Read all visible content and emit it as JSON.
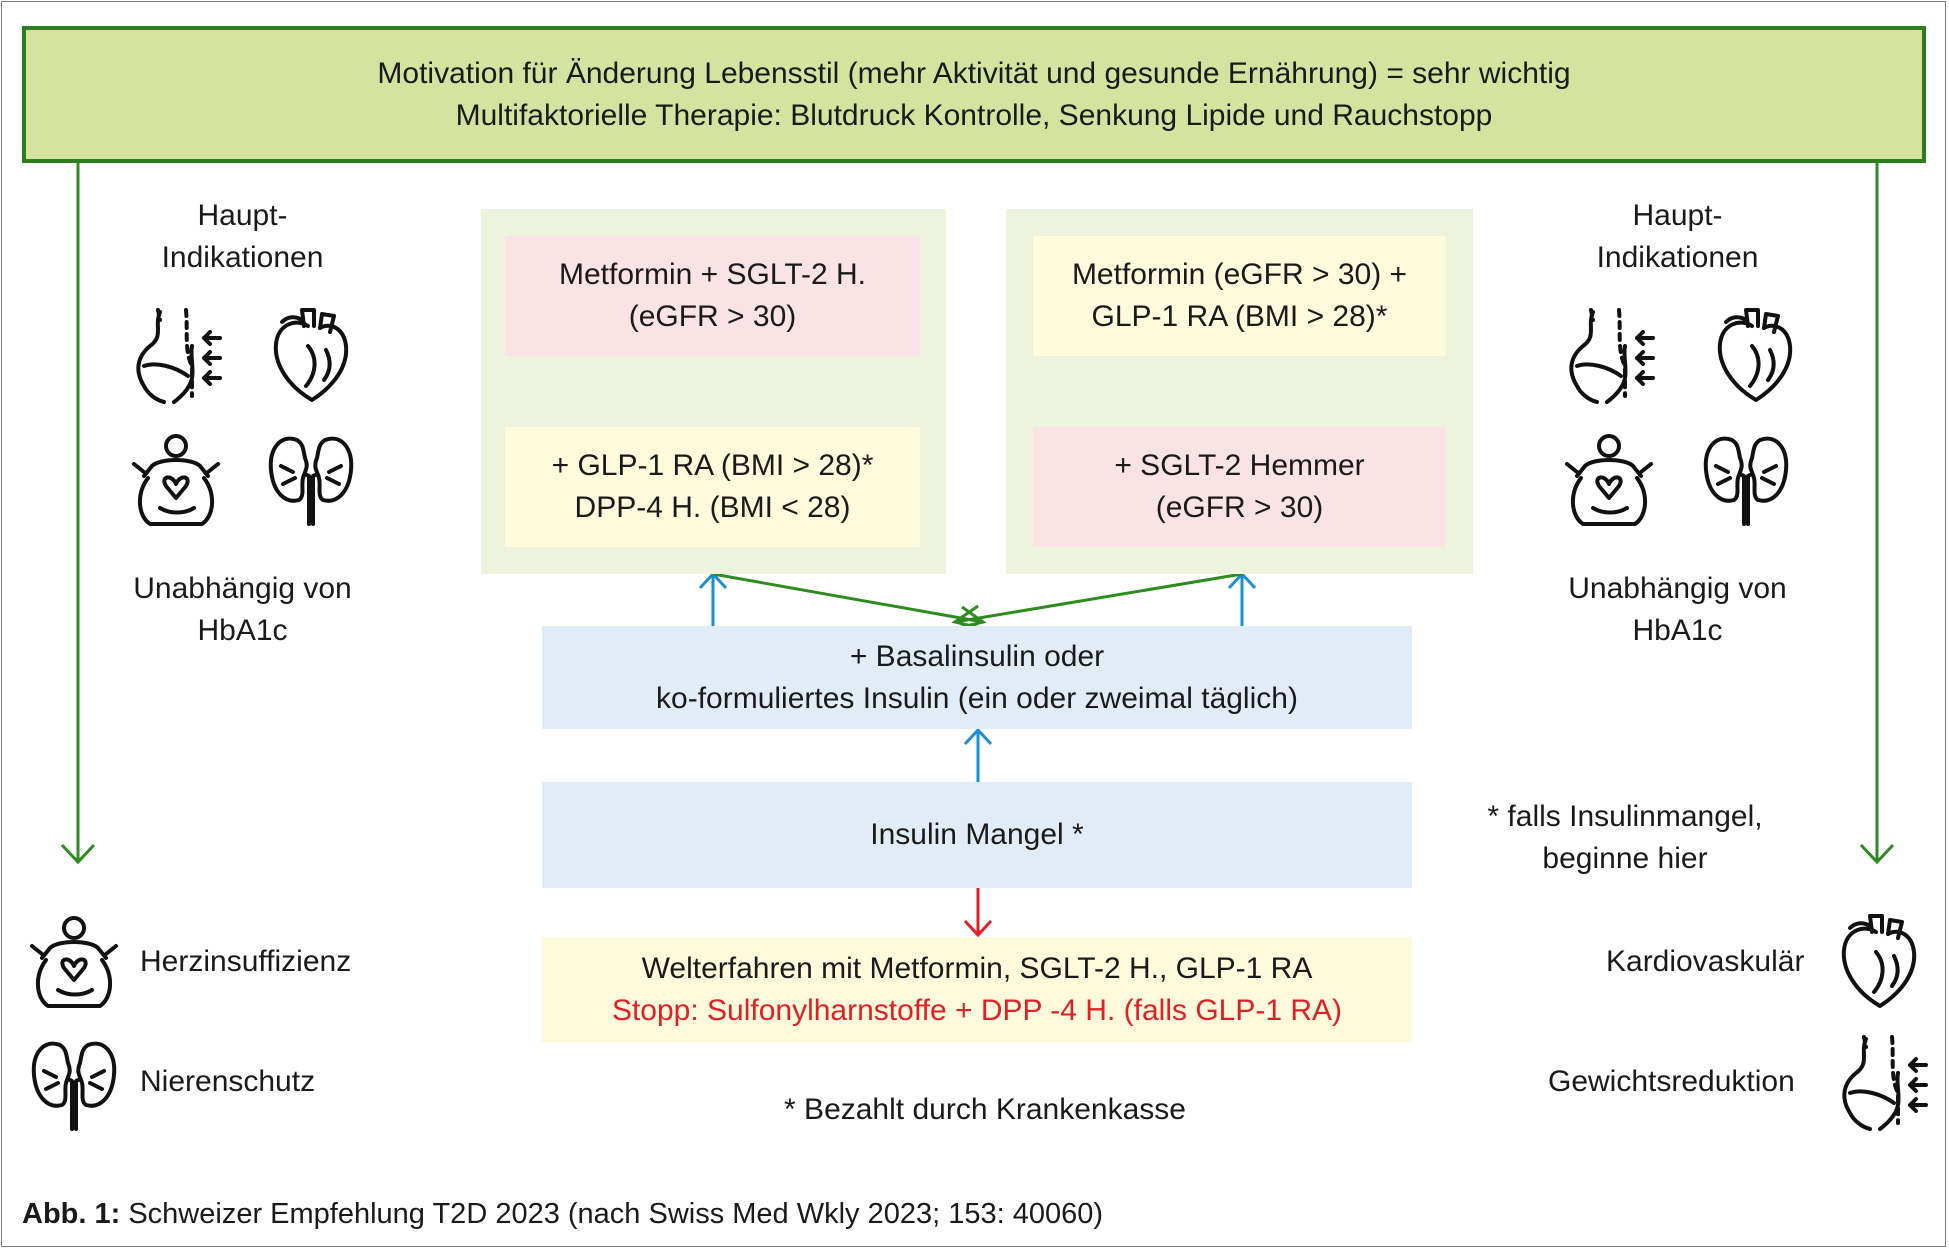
{
  "header": {
    "line1": "Motivation für Änderung Lebensstil (mehr Aktivität und gesunde Ernährung) = sehr wichtig",
    "line2": "Multifaktorielle Therapie: Blutdruck Kontrolle, Senkung Lipide und Rauchstopp"
  },
  "left_panel": {
    "title_line1": "Haupt-",
    "title_line2": "Indikationen",
    "note_line1": "Unabhängig von",
    "note_line2": "HbA1c",
    "icons": [
      "weight-loss-icon",
      "heart-icon",
      "heart-failure-icon",
      "kidney-icon"
    ],
    "bottom": [
      {
        "icon": "heart-failure-icon",
        "label": "Herzinsuffizienz"
      },
      {
        "icon": "kidney-icon",
        "label": "Nierenschutz"
      }
    ]
  },
  "right_panel": {
    "title_line1": "Haupt-",
    "title_line2": "Indikationen",
    "note_line1": "Unabhängig von",
    "note_line2": "HbA1c",
    "icons": [
      "weight-loss-icon",
      "heart-icon",
      "heart-failure-icon",
      "kidney-icon"
    ],
    "footnote_line1": "* falls Insulinmangel,",
    "footnote_line2": "beginne hier",
    "bottom": [
      {
        "icon": "heart-icon",
        "label": "Kardiovaskulär"
      },
      {
        "icon": "weight-loss-icon",
        "label": "Gewichtsreduktion"
      }
    ]
  },
  "left_pathway": {
    "top_line1": "Metformin + SGLT-2 H.",
    "top_line2": "(eGFR > 30)",
    "bottom_line1": "+ GLP-1 RA (BMI > 28)*",
    "bottom_line2": "DPP-4 H. (BMI < 28)"
  },
  "right_pathway": {
    "top_line1": "Metformin (eGFR > 30) +",
    "top_line2": "GLP-1 RA (BMI > 28)*",
    "bottom_line1": "+ SGLT-2 Hemmer",
    "bottom_line2": "(eGFR > 30)"
  },
  "basal": {
    "line1": "+ Basalinsulin oder",
    "line2": "ko-formuliertes Insulin (ein oder zweimal täglich)"
  },
  "insulin_deficiency": {
    "label": "Insulin Mangel *"
  },
  "continue_box": {
    "line1": "Welterfahren mit Metformin, SGLT-2 H., GLP-1 RA",
    "line2": "Stopp: Sulfonylharnstoffe + DPP -4 H. (falls GLP-1 RA)"
  },
  "paid_note": "* Bezahlt durch Krankenkasse",
  "caption": {
    "label": "Abb. 1:",
    "text": " Schweizer Empfehlung T2D 2023 (nach Swiss Med Wkly 2023; 153: 40060)"
  },
  "colors": {
    "header_fill": "#d5e3a0",
    "header_border": "#2e7d1f",
    "panel_fill": "#eef3dd",
    "pink": "#f9e3e4",
    "yellow": "#fefadb",
    "blue": "#e2ecf7",
    "arrow_blue": "#1b8fd2",
    "arrow_green": "#2e8b20",
    "arrow_red": "#e31f26"
  }
}
